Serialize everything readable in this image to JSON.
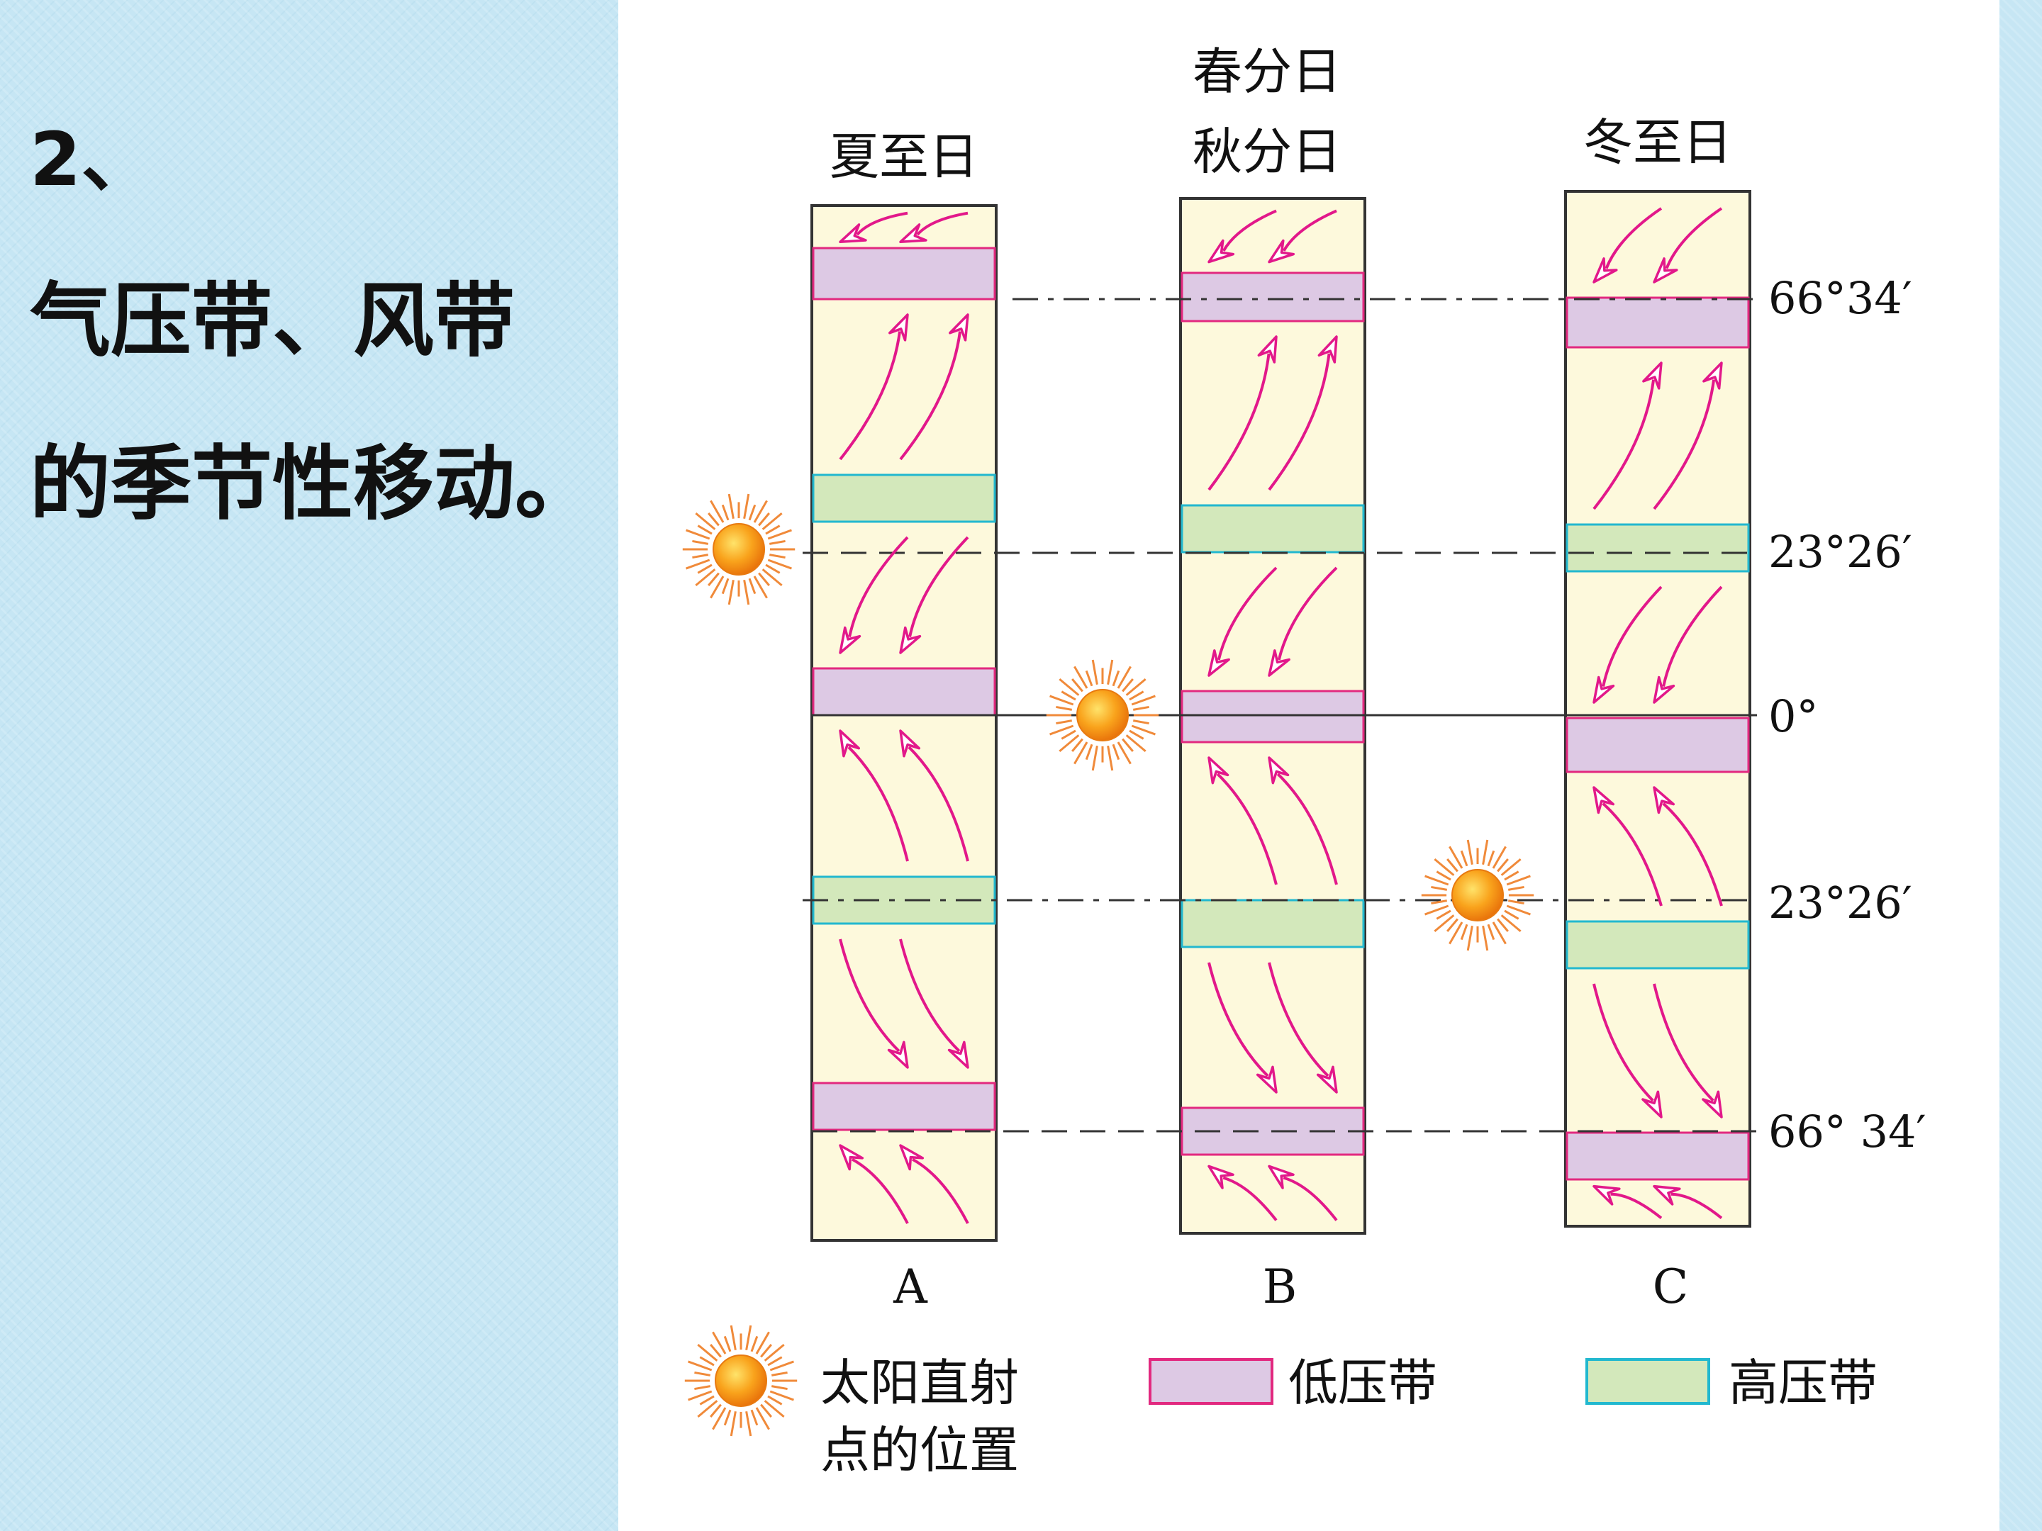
{
  "slide": {
    "number": "2、",
    "title_line_1": "气压带、风带",
    "title_line_2": "的季节性移动。"
  },
  "diagram": {
    "panels": [
      {
        "id": "A",
        "heading_lines": [
          "夏至日"
        ],
        "label": "A"
      },
      {
        "id": "B",
        "heading_lines": [
          "春分日",
          "秋分日"
        ],
        "label": "B"
      },
      {
        "id": "C",
        "heading_lines": [
          "冬至日"
        ],
        "label": "C"
      }
    ],
    "latitude_labels": [
      "66°34′",
      "23°26′",
      "0°",
      "23°26′",
      "66° 34′"
    ],
    "legend": {
      "sun_lines": [
        "太阳直射",
        "点的位置"
      ],
      "low_pressure": "低压带",
      "high_pressure": "高压带"
    },
    "colors": {
      "panel_fill": "#fdf9dc",
      "low_pressure_fill": "#ddc9e4",
      "low_pressure_border": "#e2297f",
      "high_pressure_fill": "#d3e8bb",
      "high_pressure_border": "#22b8cf",
      "wind_arrow": "#e2188a",
      "sun_core": "#f79a12",
      "sun_rays": "#f08a3a"
    },
    "icons": [
      "sun-icon",
      "wind-arrow-icon"
    ]
  }
}
